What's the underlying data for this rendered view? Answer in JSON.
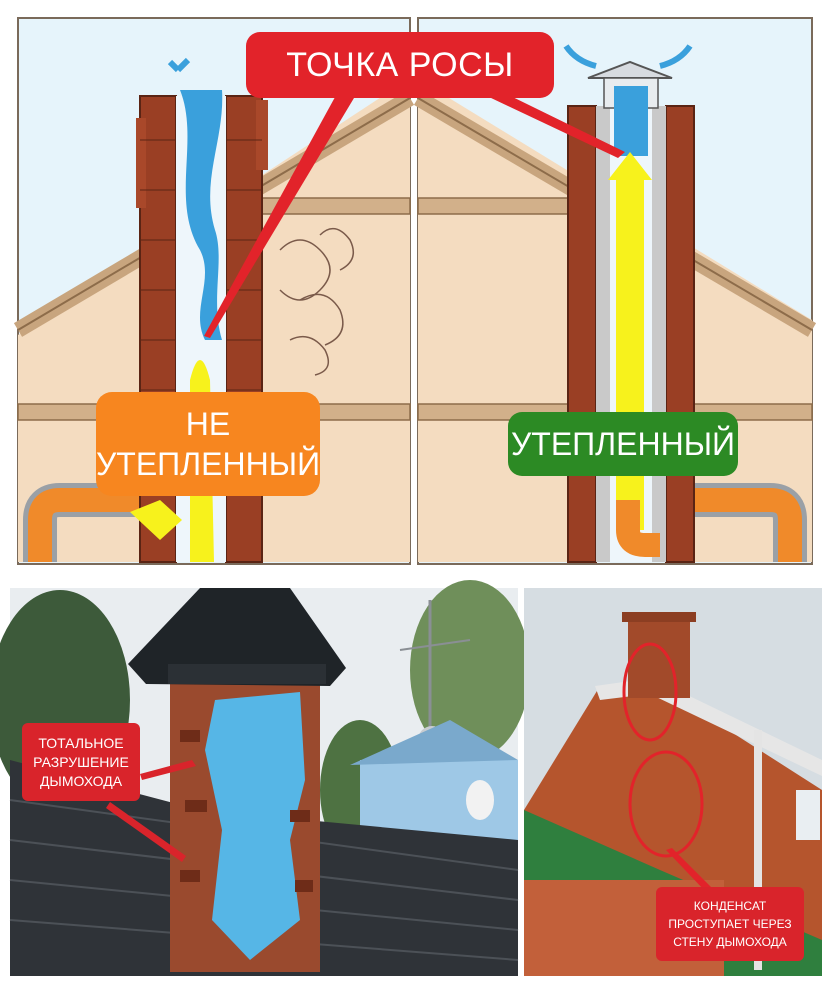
{
  "labels": {
    "dew_point": "ТОЧКА РОСЫ",
    "not_insulated_line1": "НЕ",
    "not_insulated_line2": "УТЕПЛЕННЫЙ",
    "insulated": "УТЕПЛЕННЫЙ",
    "destruction_line1": "ТОТАЛЬНОЕ",
    "destruction_line2": "РАЗРУШЕНИЕ",
    "destruction_line3": "ДЫМОХОДА",
    "condensate_line1": "КОНДЕНСАТ",
    "condensate_line2": "ПРОСТУПАЕТ ЧЕРЕЗ",
    "condensate_line3": "СТЕНУ ДЫМОХОДА"
  },
  "colors": {
    "label_red": "#e2232a",
    "label_orange": "#f7861f",
    "label_green": "#2c8a24",
    "brick": "#9a3f24",
    "wall": "#f4dcc0",
    "sky": "#e6f4fb",
    "roof_beam": "#c8a57e",
    "smoke_flow": "#f7f21c",
    "vapor": "#3aa0dc",
    "pipe": "#f08a2a"
  }
}
